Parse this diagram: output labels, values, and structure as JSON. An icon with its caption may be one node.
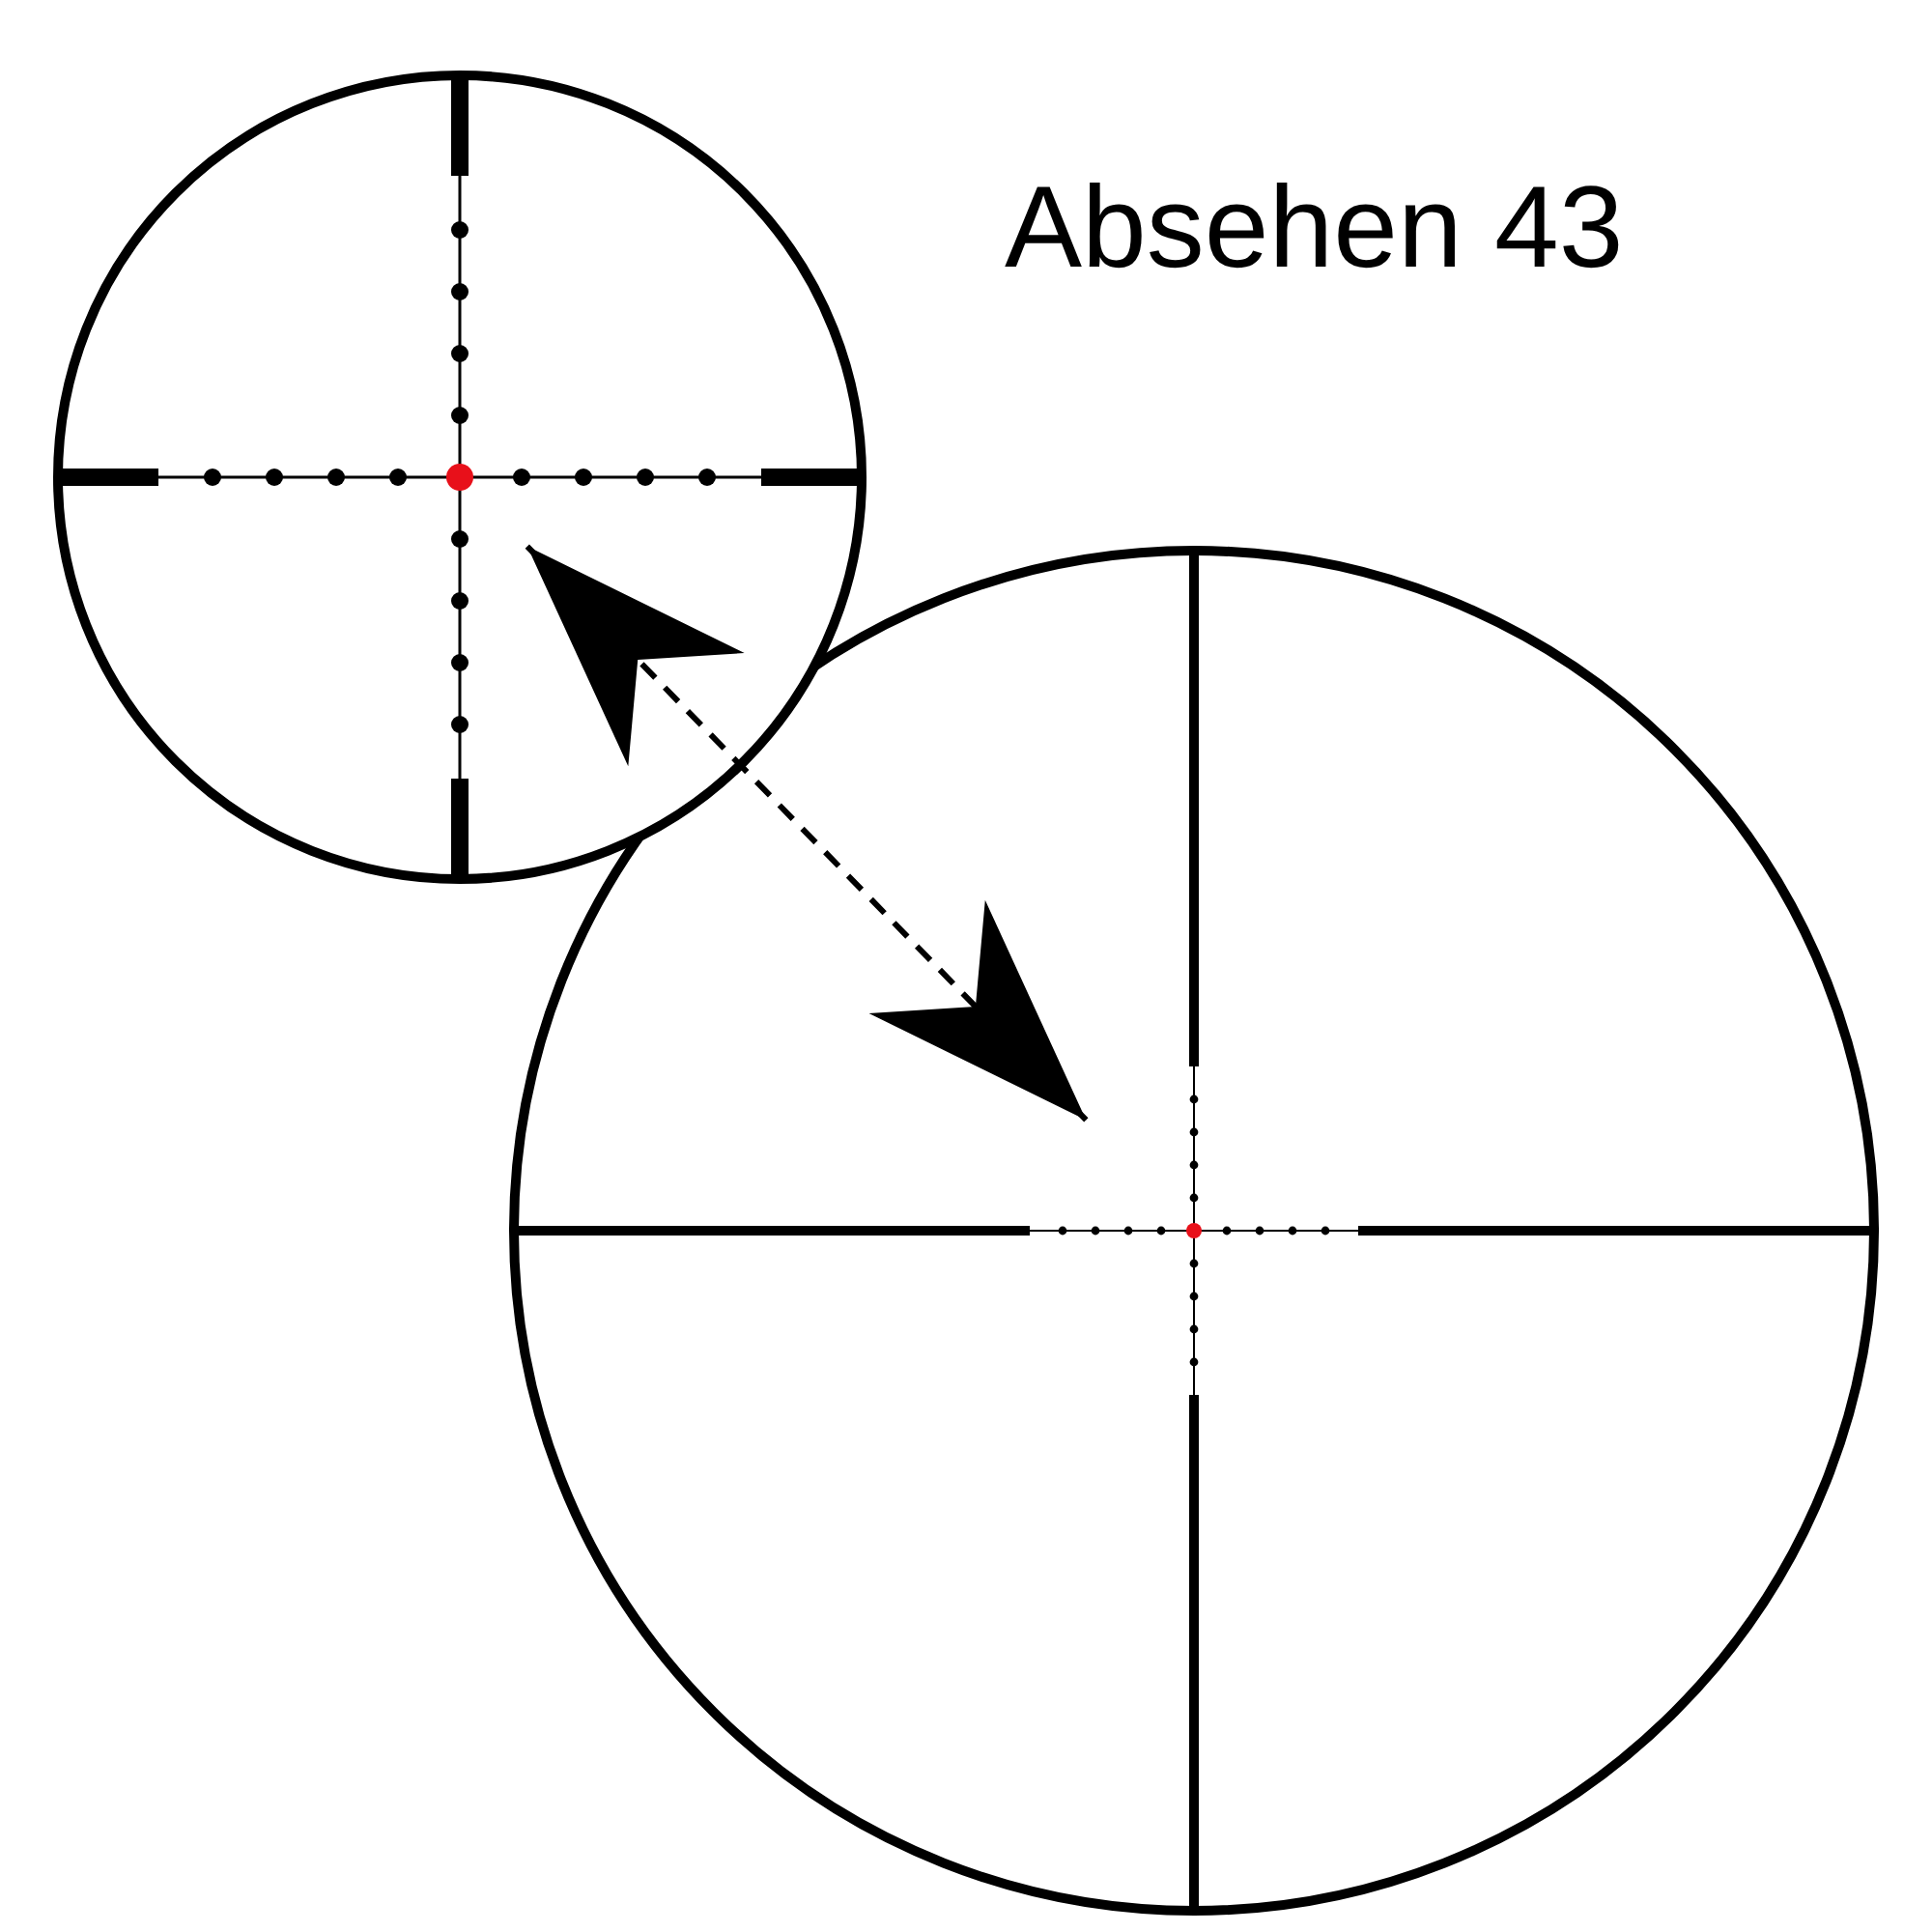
{
  "diagram": {
    "title": "Absehen 43",
    "nodes": [
      {
        "text": [],
        "shape": "picture"
      },
      {
        "text": [],
        "shape": "picture"
      }
    ],
    "edges": [
      {
        "from": 0,
        "to": 1,
        "arrow": "both",
        "style": "dashed"
      }
    ]
  }
}
